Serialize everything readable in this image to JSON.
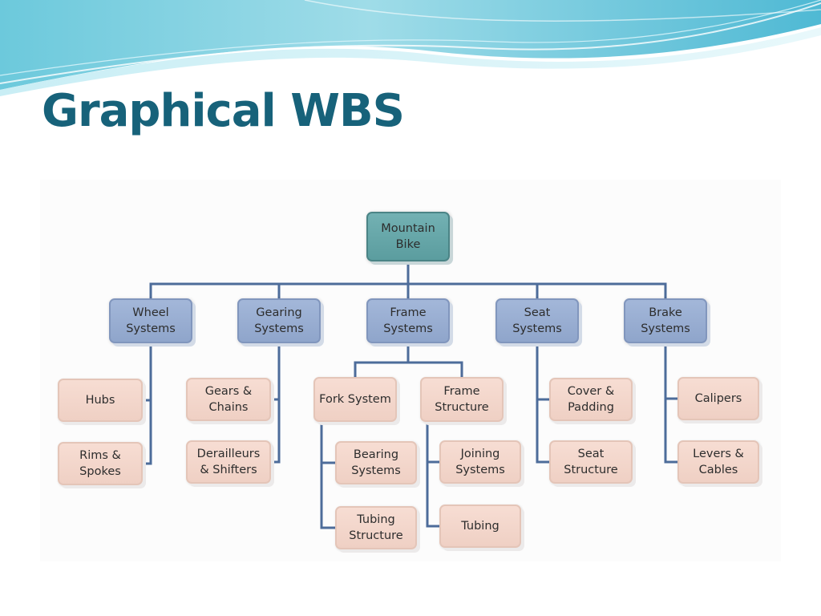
{
  "slide": {
    "title": "Graphical WBS"
  },
  "wbs": {
    "root": "Mountain Bike",
    "systems": {
      "wheel": "Wheel Systems",
      "gearing": "Gearing Systems",
      "frame": "Frame Systems",
      "seat": "Seat Systems",
      "brake": "Brake Systems"
    },
    "components": {
      "hubs": "Hubs",
      "rims_spokes": "Rims & Spokes",
      "gears_chains": "Gears & Chains",
      "derailleurs_shifters": "Derailleurs & Shifters",
      "fork_system": "Fork System",
      "frame_structure": "Frame Structure",
      "bearing_systems": "Bearing Systems",
      "tubing_structure": "Tubing Structure",
      "joining_systems": "Joining Systems",
      "tubing": "Tubing",
      "cover_padding": "Cover & Padding",
      "seat_structure": "Seat Structure",
      "calipers": "Calipers",
      "levers_cables": "Levers & Cables"
    }
  },
  "colors": {
    "title": "#17627a",
    "root_fill": "#5b9d9f",
    "system_fill": "#8fa5cb",
    "leaf_fill": "#efd0c4",
    "connector": "#4d6c9a"
  }
}
